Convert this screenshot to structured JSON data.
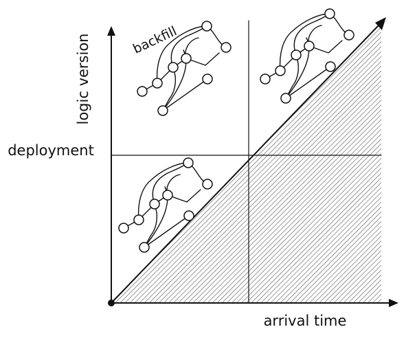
{
  "labels": {
    "y_axis": "logic version",
    "x_axis": "arrival time",
    "y_marker": "deployment",
    "annotation": "backfill"
  },
  "colors": {
    "ink": "#111111",
    "background": "#ffffff",
    "hatch": "#555555"
  },
  "icons": {
    "graph_glyph": "dag-sketch-icon",
    "origin": "origin-dot-icon"
  }
}
